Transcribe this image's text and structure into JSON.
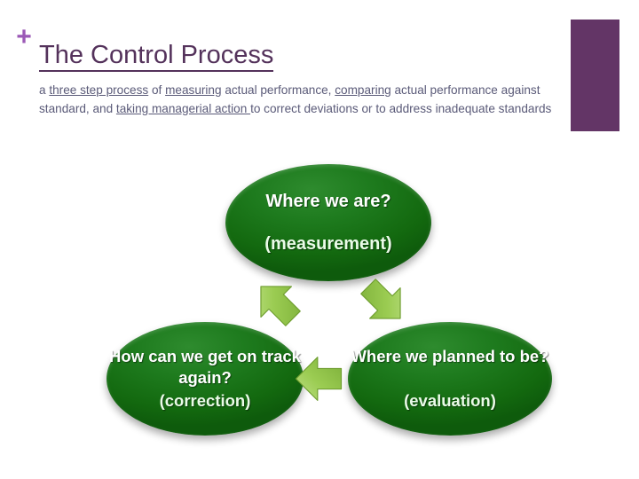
{
  "slide": {
    "plus_icon": "+",
    "title": "The Control Process",
    "body": {
      "segments": [
        {
          "text": "a ",
          "underline": false
        },
        {
          "text": "three step process",
          "underline": true
        },
        {
          "text": " of ",
          "underline": false
        },
        {
          "text": "measuring",
          "underline": true
        },
        {
          "text": " actual performance, ",
          "underline": false
        },
        {
          "text": "comparing",
          "underline": true
        },
        {
          "text": " actual performance against standard, and ",
          "underline": false
        },
        {
          "text": "taking managerial action ",
          "underline": true
        },
        {
          "text": "to correct deviations or to address inadequate standards",
          "underline": false
        }
      ],
      "plain": "a three step process of measuring actual performance, comparing actual performance against standard, and taking managerial action to correct deviations or to address inadequate standards"
    }
  },
  "colors": {
    "title_purple": "#54325B",
    "plus_purple": "#9B59B6",
    "block_purple": "#633566",
    "body_text": "#5A5A78",
    "node_green": "#1A7A1A",
    "arrow_green": "#9BCC52"
  },
  "diagram": {
    "type": "cycle",
    "nodes": [
      {
        "id": "measurement",
        "position": "top",
        "label": "Where we are?",
        "sub": "(measurement)"
      },
      {
        "id": "evaluation",
        "position": "bottom-right",
        "label": "Where we planned to be?",
        "sub": "(evaluation)"
      },
      {
        "id": "correction",
        "position": "bottom-left",
        "label": "How can we get on track again?",
        "sub": "(correction)"
      }
    ],
    "arrows": [
      {
        "id": "top-to-right",
        "from": "measurement",
        "to": "evaluation",
        "direction": "down-right"
      },
      {
        "id": "right-to-left",
        "from": "evaluation",
        "to": "correction",
        "direction": "left"
      },
      {
        "id": "left-to-top",
        "from": "correction",
        "to": "measurement",
        "direction": "up-right"
      }
    ]
  }
}
